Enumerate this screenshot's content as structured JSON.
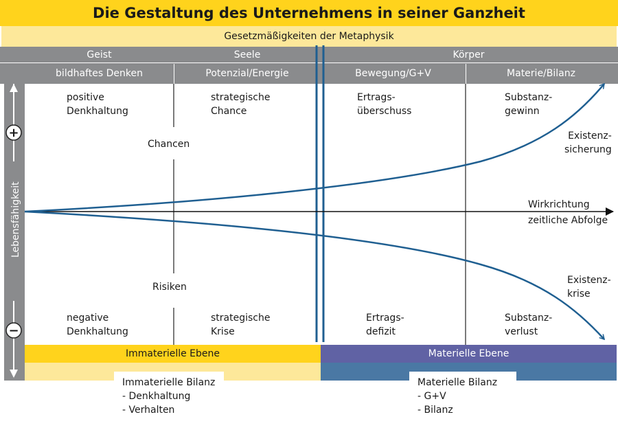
{
  "title": "Die Gestaltung des Unternehmens in seiner Ganzheit",
  "subtitle": "Gesetzmäßigkeiten der Metaphysik",
  "categories_top": [
    "Geist",
    "Seele",
    "Körper"
  ],
  "categories_sub": [
    "bildhaftes Denken",
    "Potenzial/Energie",
    "Bewegung/G+V",
    "Materie/Bilanz"
  ],
  "axis": {
    "y_label": "Lebensfähigkeit",
    "plus_symbol": "+",
    "minus_symbol": "−",
    "x_label_line1": "Wirkrichtung",
    "x_label_line2": "zeitliche Abfolge"
  },
  "upper": {
    "positive": "positive\nDenkhaltung",
    "chance": "strategische\nChance",
    "surplus": "Ertrags-\nüberschuss",
    "gain": "Substanz-\ngewinn",
    "chancen": "Chancen",
    "existenz": "Existenz-\nsicherung"
  },
  "lower": {
    "negative": "negative\nDenkhaltung",
    "crisis": "strategische\nKrise",
    "deficit": "Ertrags-\ndefizit",
    "loss": "Substanz-\nverlust",
    "risiken": "Risiken",
    "existenz": "Existenz-\nkrise"
  },
  "bands": {
    "immaterial": "Immaterielle Ebene",
    "material": "Materielle Ebene"
  },
  "boxes": {
    "immaterial": "Immaterielle Bilanz\n- Denkhaltung\n- Verhalten",
    "material": "Materielle Bilanz\n- G+V\n- Bilanz"
  },
  "colors": {
    "yellow": "#ffd31c",
    "light_yellow": "#fde89a",
    "gray": "#8a8b8d",
    "purple": "#6062a4",
    "steel_blue": "#4a78a4",
    "curve_blue": "#1f5f91"
  }
}
